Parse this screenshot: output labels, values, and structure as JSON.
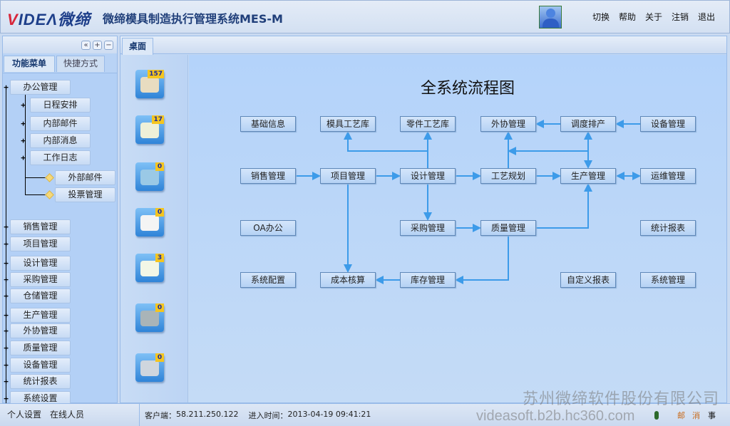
{
  "header": {
    "logo": "VIDEA微缔",
    "title": "微缔模具制造执行管理系统MES-M",
    "links": [
      "切换",
      "帮助",
      "关于",
      "注销",
      "退出"
    ]
  },
  "left_panel": {
    "tool_buttons": [
      "«",
      "+",
      "−"
    ],
    "tabs": [
      "功能菜单",
      "快捷方式"
    ],
    "tree": {
      "root": "办公管理",
      "children": [
        "日程安排",
        "内部邮件",
        "内部消息",
        "工作日志"
      ],
      "leaves": [
        "外部邮件",
        "投票管理"
      ],
      "modules": [
        "销售管理",
        "项目管理",
        "设计管理",
        "采购管理",
        "仓储管理",
        "生产管理",
        "外协管理",
        "质量管理",
        "设备管理",
        "统计报表",
        "系统设置"
      ]
    }
  },
  "main": {
    "tab": "桌面",
    "desktop_icons": [
      {
        "icon": "message-icon",
        "count": "157",
        "color": "#e8dcc0"
      },
      {
        "icon": "mail-icon",
        "count": "17",
        "color": "#eef0d8"
      },
      {
        "icon": "globe-icon",
        "count": "0",
        "color": "#9ac9e6"
      },
      {
        "icon": "notepad-icon",
        "count": "0",
        "color": "#f4f4f4"
      },
      {
        "icon": "gantt-icon",
        "count": "3",
        "color": "#f3f7e6"
      },
      {
        "icon": "satellite-icon",
        "count": "0",
        "color": "#a9b4b8"
      },
      {
        "icon": "cabinet-icon",
        "count": "0",
        "color": "#cfd6de"
      }
    ],
    "flow": {
      "title": "全系统流程图",
      "rows": [
        [
          "基础信息",
          "模具工艺库",
          "零件工艺库",
          "外协管理",
          "调度排产",
          "设备管理"
        ],
        [
          "销售管理",
          "项目管理",
          "设计管理",
          "工艺规划",
          "生产管理",
          "运维管理"
        ],
        [
          "OA办公",
          "",
          "采购管理",
          "质量管理",
          "",
          "统计报表"
        ],
        [
          "系统配置",
          "成本核算",
          "库存管理",
          "",
          "自定义报表",
          "系统管理"
        ]
      ]
    }
  },
  "footer": {
    "links": [
      "个人设置",
      "在线人员"
    ],
    "client_label": "客户端：",
    "client_ip": "58.211.250.122",
    "login_label": "进入时间：",
    "login_time": "2013-04-19 09:41:21",
    "status_icons": [
      "邮",
      "消",
      "事"
    ]
  },
  "watermark": {
    "company": "苏州微缔软件股份有限公司",
    "site": "videasoft.b2b.hc360.com"
  },
  "colors": {
    "accent": "#3d9be9",
    "header_bg": "#d3e0f2",
    "flow_bg": "#b4d3fa"
  }
}
